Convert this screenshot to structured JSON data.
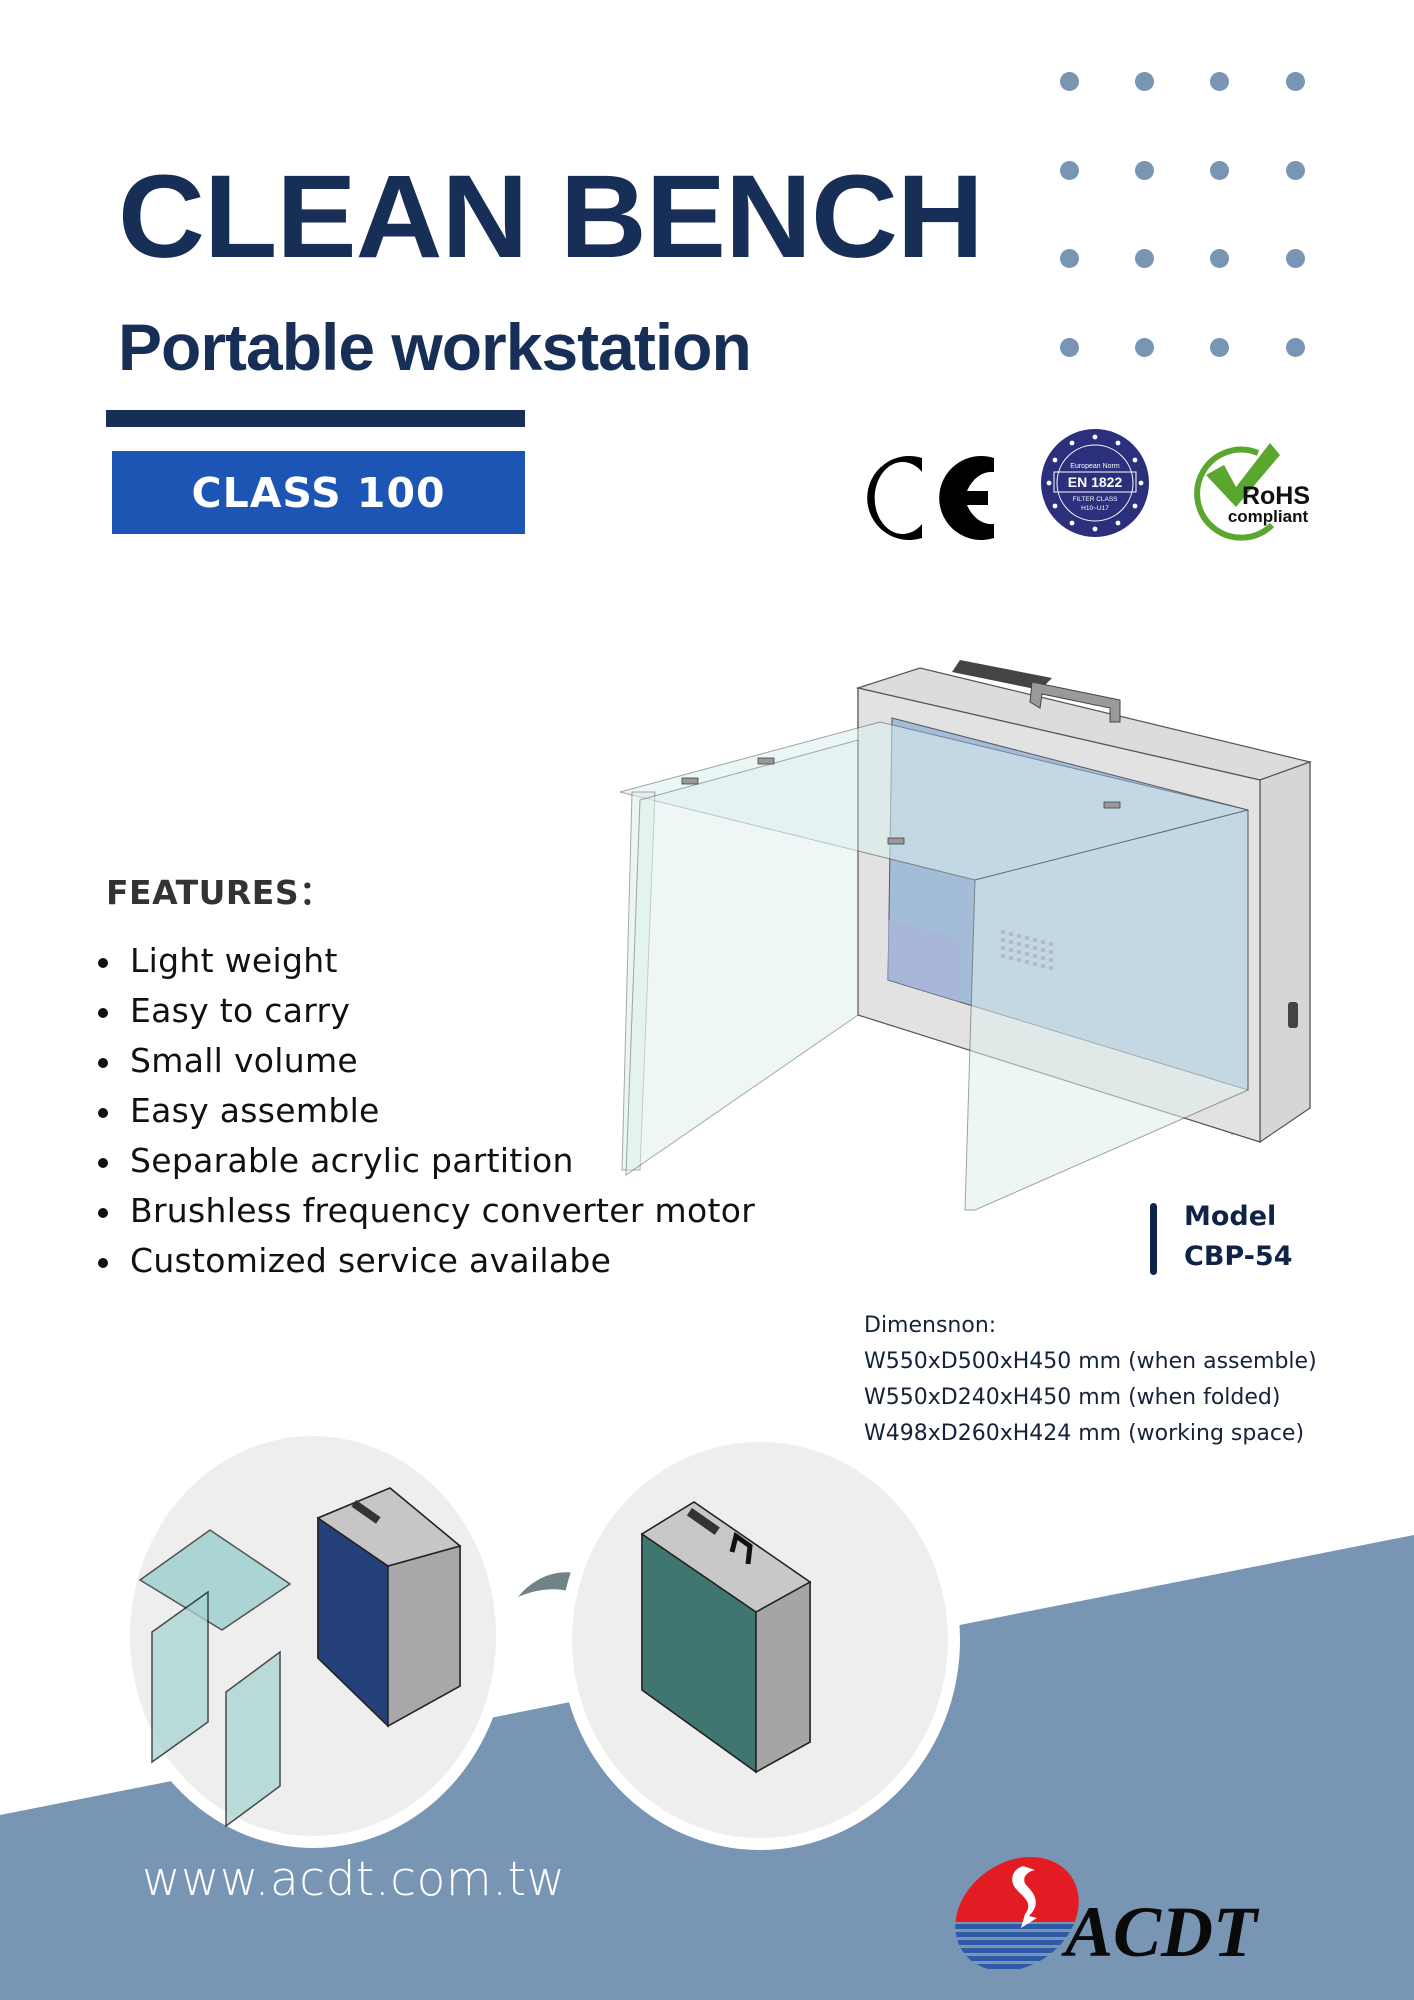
{
  "header": {
    "title": "CLEAN BENCH",
    "subtitle": "Portable workstation",
    "class_badge": "CLASS 100"
  },
  "certifications": [
    {
      "name": "CE",
      "icon": "ce-mark-icon"
    },
    {
      "name": "European Norm",
      "line2": "EN 1822",
      "line3": "FILTER CLASS",
      "line4": "H10~U17",
      "icon": "en1822-badge-icon"
    },
    {
      "name": "RoHS",
      "line2": "compliant",
      "icon": "rohs-compliant-icon"
    }
  ],
  "features": {
    "heading": "FEATURES：",
    "items": [
      "Light weight",
      "Easy to carry",
      "Small volume",
      "Easy assemble",
      "Separable acrylic partition",
      "Brushless frequency converter motor",
      "Customized service availabe"
    ]
  },
  "model": {
    "label": "Model",
    "value": "CBP-54"
  },
  "dimensions": {
    "heading": "Dimensnon:",
    "lines": [
      "W550xD500xH450 mm (when assemble)",
      "W550xD240xH450 mm (when folded)",
      "W498xD260xH424 mm (working space)"
    ]
  },
  "footer": {
    "website": "www.acdt.com.tw",
    "logo_text": "ACDT"
  },
  "colors": {
    "navy": "#172f57",
    "badge_blue": "#1c55b3",
    "band_blue": "#7995b4",
    "dot_blue": "#7995b4",
    "rohs_green": "#5aa62f",
    "logo_red": "#e31b23",
    "logo_blue": "#2f5aa8"
  }
}
